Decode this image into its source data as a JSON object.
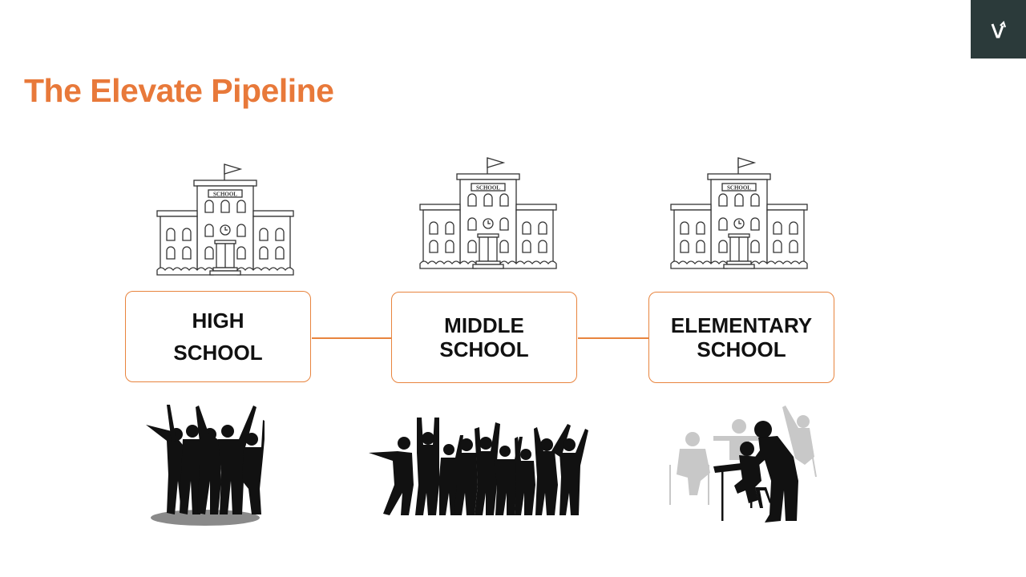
{
  "slide": {
    "title": "The Elevate Pipeline",
    "brand_color": "#e8793a",
    "logo": {
      "glyph": "V",
      "bg_color": "#2b3a3a",
      "icon": "v-arrow-logo-icon"
    }
  },
  "pipeline": {
    "stages": [
      {
        "label_line1": "HIGH",
        "label_line2": "SCHOOL",
        "building_sign": "SCHOOL",
        "building_icon": "school-building-icon",
        "image_icon": "teens-cheering-silhouette-icon"
      },
      {
        "label_line1": "MIDDLE",
        "label_line2": "SCHOOL",
        "building_sign": "SCHOOL",
        "building_icon": "school-building-icon",
        "image_icon": "kids-cheering-silhouette-icon"
      },
      {
        "label_line1": "ELEMENTARY",
        "label_line2": "SCHOOL",
        "building_sign": "SCHOOL",
        "building_icon": "school-building-icon",
        "image_icon": "teacher-helping-student-silhouette-icon"
      }
    ],
    "connector_color": "#e8843e"
  }
}
